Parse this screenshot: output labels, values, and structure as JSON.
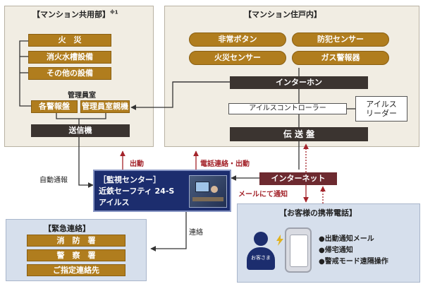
{
  "common_area": {
    "title": "【マンション共用部】",
    "note": "※1",
    "items": [
      "火　災",
      "消火水槽設備",
      "その他の設備"
    ],
    "manager_room": "管理員室",
    "panel_a": "各警報盤",
    "panel_b": "管理員室親機",
    "transmitter": "送信機"
  },
  "dwelling": {
    "title": "【マンション住戸内】",
    "items": [
      "非常ボタン",
      "防犯センサー",
      "火災センサー",
      "ガス警報器"
    ],
    "intercom": "インターホン",
    "controller": "アイルスコントローラー",
    "reader": "アイルス\nリーダー",
    "transmission": "伝 送 盤"
  },
  "center": {
    "line1": "［監視センター］",
    "line2": "近鉄セーフティ 24-S",
    "line3": "アイルス"
  },
  "internet": "インターネット",
  "labels": {
    "auto_report": "自動通報",
    "dispatch": "出動",
    "phone_dispatch": "電話連絡・出動",
    "mail_notice": "メールにて通知",
    "contact": "連絡"
  },
  "emergency": {
    "title": "【緊急連絡】",
    "items": [
      "消　防　署",
      "警　察　署",
      "ご指定連絡先"
    ]
  },
  "mobile": {
    "title": "【お客様の携帯電話】",
    "customer": "お客さま",
    "features": [
      "●出動通知メール",
      "●帰宅通知",
      "●警戒モード遠隔操作"
    ]
  },
  "colors": {
    "gold": "#b07d1e",
    "dark": "#3b3430",
    "navy": "#1c2d6e",
    "red": "#a3232a",
    "panel": "#f1ede3",
    "blue_panel": "#d6dfec"
  }
}
